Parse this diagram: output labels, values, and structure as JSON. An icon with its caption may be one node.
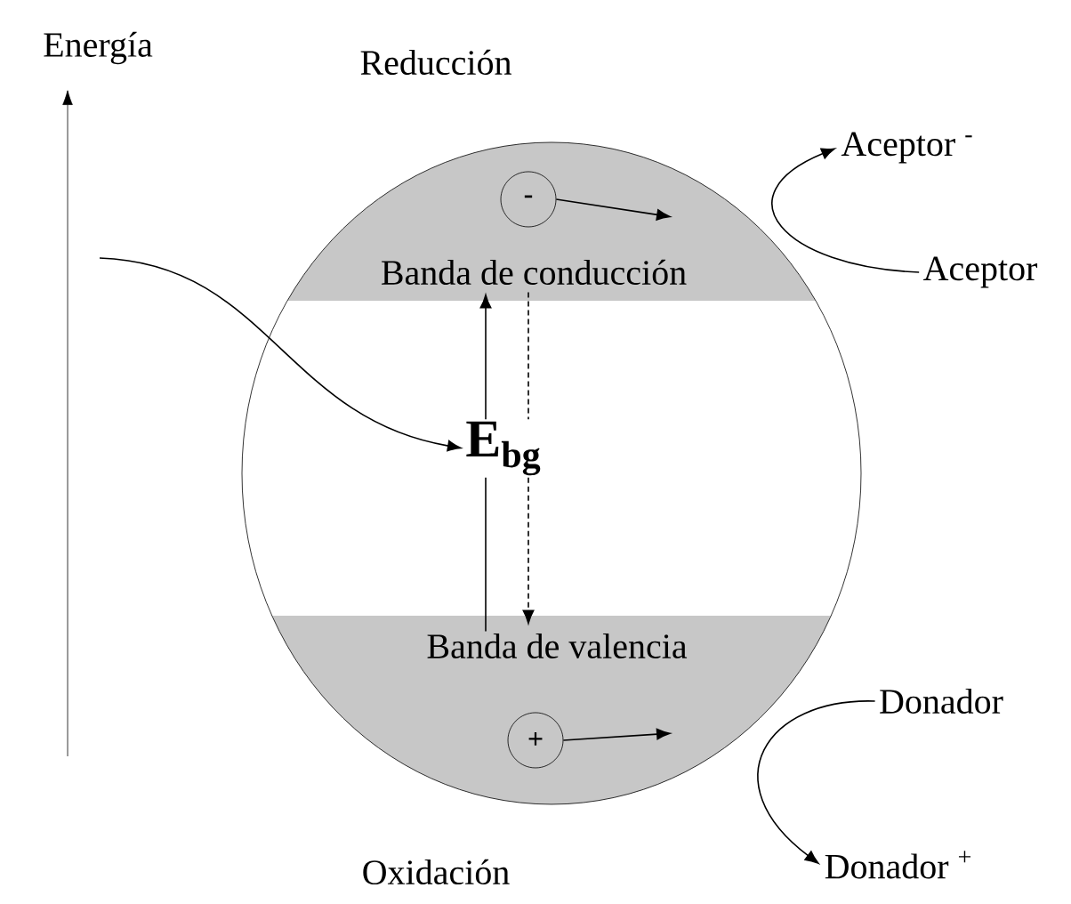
{
  "diagram": {
    "nodes": [
      {
        "text": [],
        "shape": "circle"
      },
      {
        "text": [
          "Banda de conducción"
        ],
        "in": 0
      },
      {
        "text": [
          "Banda de valencia"
        ],
        "in": 0
      },
      {
        "text": [
          "-"
        ],
        "in": 0
      },
      {
        "text": [
          "+"
        ],
        "in": 0
      },
      {
        "text": [
          "E$_{bg}$"
        ],
        "in": 0
      },
      {
        "text": [
          "Aceptor"
        ]
      },
      {
        "text": [
          "Aceptor $^{-}$"
        ]
      },
      {
        "text": [
          "Donador"
        ]
      },
      {
        "text": [
          "Donador $^{+}$"
        ]
      }
    ],
    "edges": [
      {
        "from": null,
        "to": 5,
        "arrow": "to"
      },
      {
        "from": 2,
        "to": 5,
        "arrow": "none"
      },
      {
        "from": 5,
        "to": 1,
        "arrow": "to"
      },
      {
        "from": 1,
        "to": 5,
        "arrow": "none",
        "style": "dashed"
      },
      {
        "from": 5,
        "to": 2,
        "arrow": "to",
        "style": "dashed"
      },
      {
        "from": 3,
        "to": null,
        "arrow": "to"
      },
      {
        "from": 4,
        "to": null,
        "arrow": "to"
      },
      {
        "from": 6,
        "to": 7,
        "arrow": "to"
      },
      {
        "from": 8,
        "to": 9,
        "arrow": "to"
      }
    ],
    "labels": [
      "Energía",
      "Reducción",
      "Oxidación"
    ]
  }
}
